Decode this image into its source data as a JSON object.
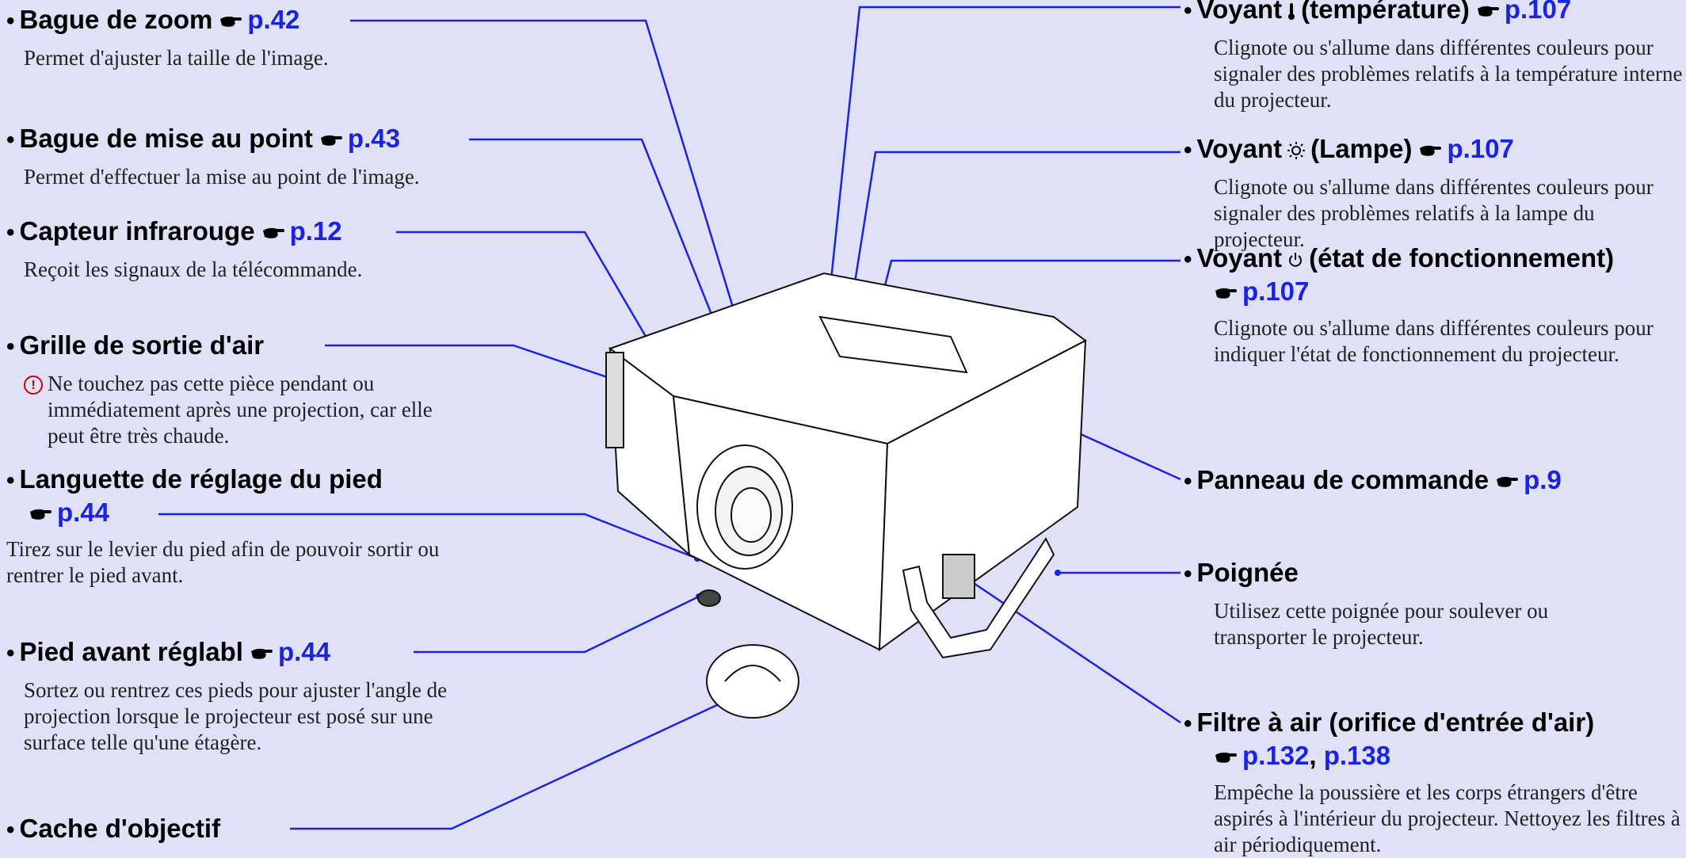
{
  "left_items": [
    {
      "title": "Bague de zoom",
      "ref": "p.42",
      "desc": "Permet d'ajuster la taille de l'image."
    },
    {
      "title": "Bague de mise au point",
      "ref": "p.43",
      "desc": "Permet d'effectuer la mise au point de l'image."
    },
    {
      "title": "Capteur infrarouge",
      "ref": "p.12",
      "desc": "Reçoit les signaux de la télécommande."
    },
    {
      "title": "Grille de sortie d'air",
      "warning": "Ne touchez pas cette pièce pendant ou immédiatement après une projection, car elle peut être très chaude."
    },
    {
      "title": "Languette de réglage du pied",
      "ref": "p.44",
      "desc": "Tirez sur le levier du pied afin de pouvoir sortir ou rentrer le pied avant."
    },
    {
      "title": "Pied avant réglabl",
      "ref": "p.44",
      "desc": "Sortez ou rentrez ces pieds pour ajuster l'angle de projection lorsque le projecteur est posé sur une surface telle qu'une étagère."
    },
    {
      "title": "Cache d'objectif"
    }
  ],
  "right_items": [
    {
      "title_pre": "Voyant",
      "title_post": "(température)",
      "ref": "p.107",
      "desc": "Clignote ou s'allume dans différentes couleurs pour signaler des problèmes relatifs à la température interne du projecteur."
    },
    {
      "title_pre": "Voyant",
      "title_post": "(Lampe)",
      "ref": "p.107",
      "desc": "Clignote ou s'allume dans différentes couleurs pour signaler des problèmes relatifs à la lampe du projecteur."
    },
    {
      "title_pre": "Voyant",
      "title_post": "(état de fonctionnement)",
      "ref": "p.107",
      "desc": "Clignote ou s'allume dans différentes couleurs pour indiquer l'état de fonctionnement du projecteur."
    },
    {
      "title": "Panneau de commande",
      "ref": "p.9"
    },
    {
      "title": "Poignée",
      "desc": "Utilisez cette poignée pour soulever ou transporter le projecteur."
    },
    {
      "title": "Filtre à air (orifice d'entrée d'air)",
      "ref1": "p.132",
      "sep": ",",
      "ref2": "p.138",
      "desc": "Empêche la poussière et les corps étrangers d'être aspirés à l'intérieur du projecteur. Nettoyez les filtres à air périodiquement."
    }
  ],
  "colors": {
    "background": "#e0e0f6",
    "reference": "#1a24e0",
    "leader": "#1a24e0",
    "warning": "#d00000"
  },
  "icons": {
    "reference": "pointing-hand-icon",
    "warning": "exclamation-circle-icon",
    "temperature": "thermometer-icon",
    "lamp": "lamp-sun-icon",
    "power": "power-icon"
  }
}
